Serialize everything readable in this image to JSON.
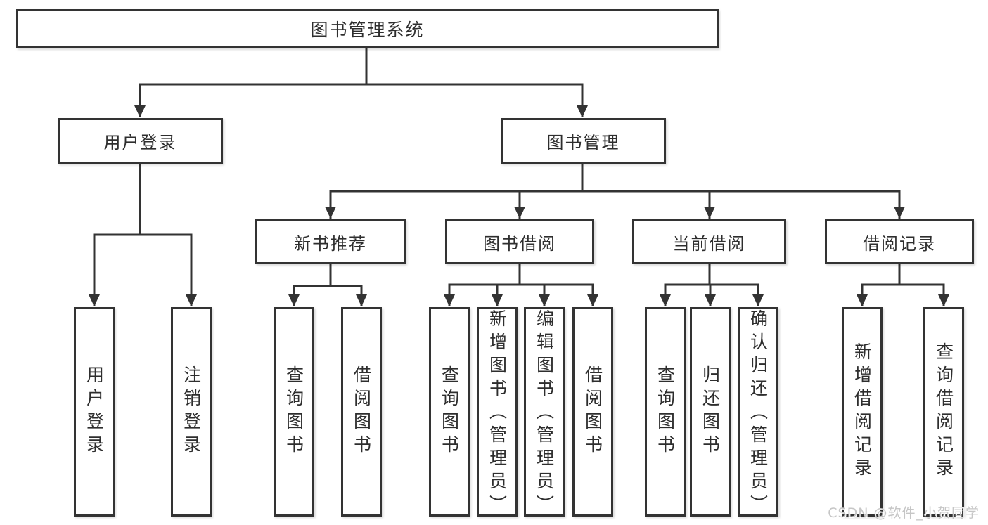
{
  "watermark": "CSDN @软件_小贺同学",
  "colors": {
    "line": "#333333",
    "text": "#2e2e2e",
    "box_background": "#ffffff",
    "watermark": "#c6c6c6",
    "page_background": "#ffffff"
  },
  "tree": {
    "label": "图书管理系统",
    "children": [
      {
        "label": "用户登录",
        "children": [
          {
            "label": "用户登录"
          },
          {
            "label": "注销登录"
          }
        ]
      },
      {
        "label": "图书管理",
        "children": [
          {
            "label": "新书推荐",
            "children": [
              {
                "label": "查询图书"
              },
              {
                "label": "借阅图书"
              }
            ]
          },
          {
            "label": "图书借阅",
            "children": [
              {
                "label": "查询图书"
              },
              {
                "label": "新增图书（管理员）"
              },
              {
                "label": "编辑图书（管理员）"
              },
              {
                "label": "借阅图书"
              }
            ]
          },
          {
            "label": "当前借阅",
            "children": [
              {
                "label": "查询图书"
              },
              {
                "label": "归还图书"
              },
              {
                "label": "确认归还（管理员）"
              }
            ]
          },
          {
            "label": "借阅记录",
            "children": [
              {
                "label": "新增借阅记录"
              },
              {
                "label": "查询借阅记录"
              }
            ]
          }
        ]
      }
    ]
  }
}
